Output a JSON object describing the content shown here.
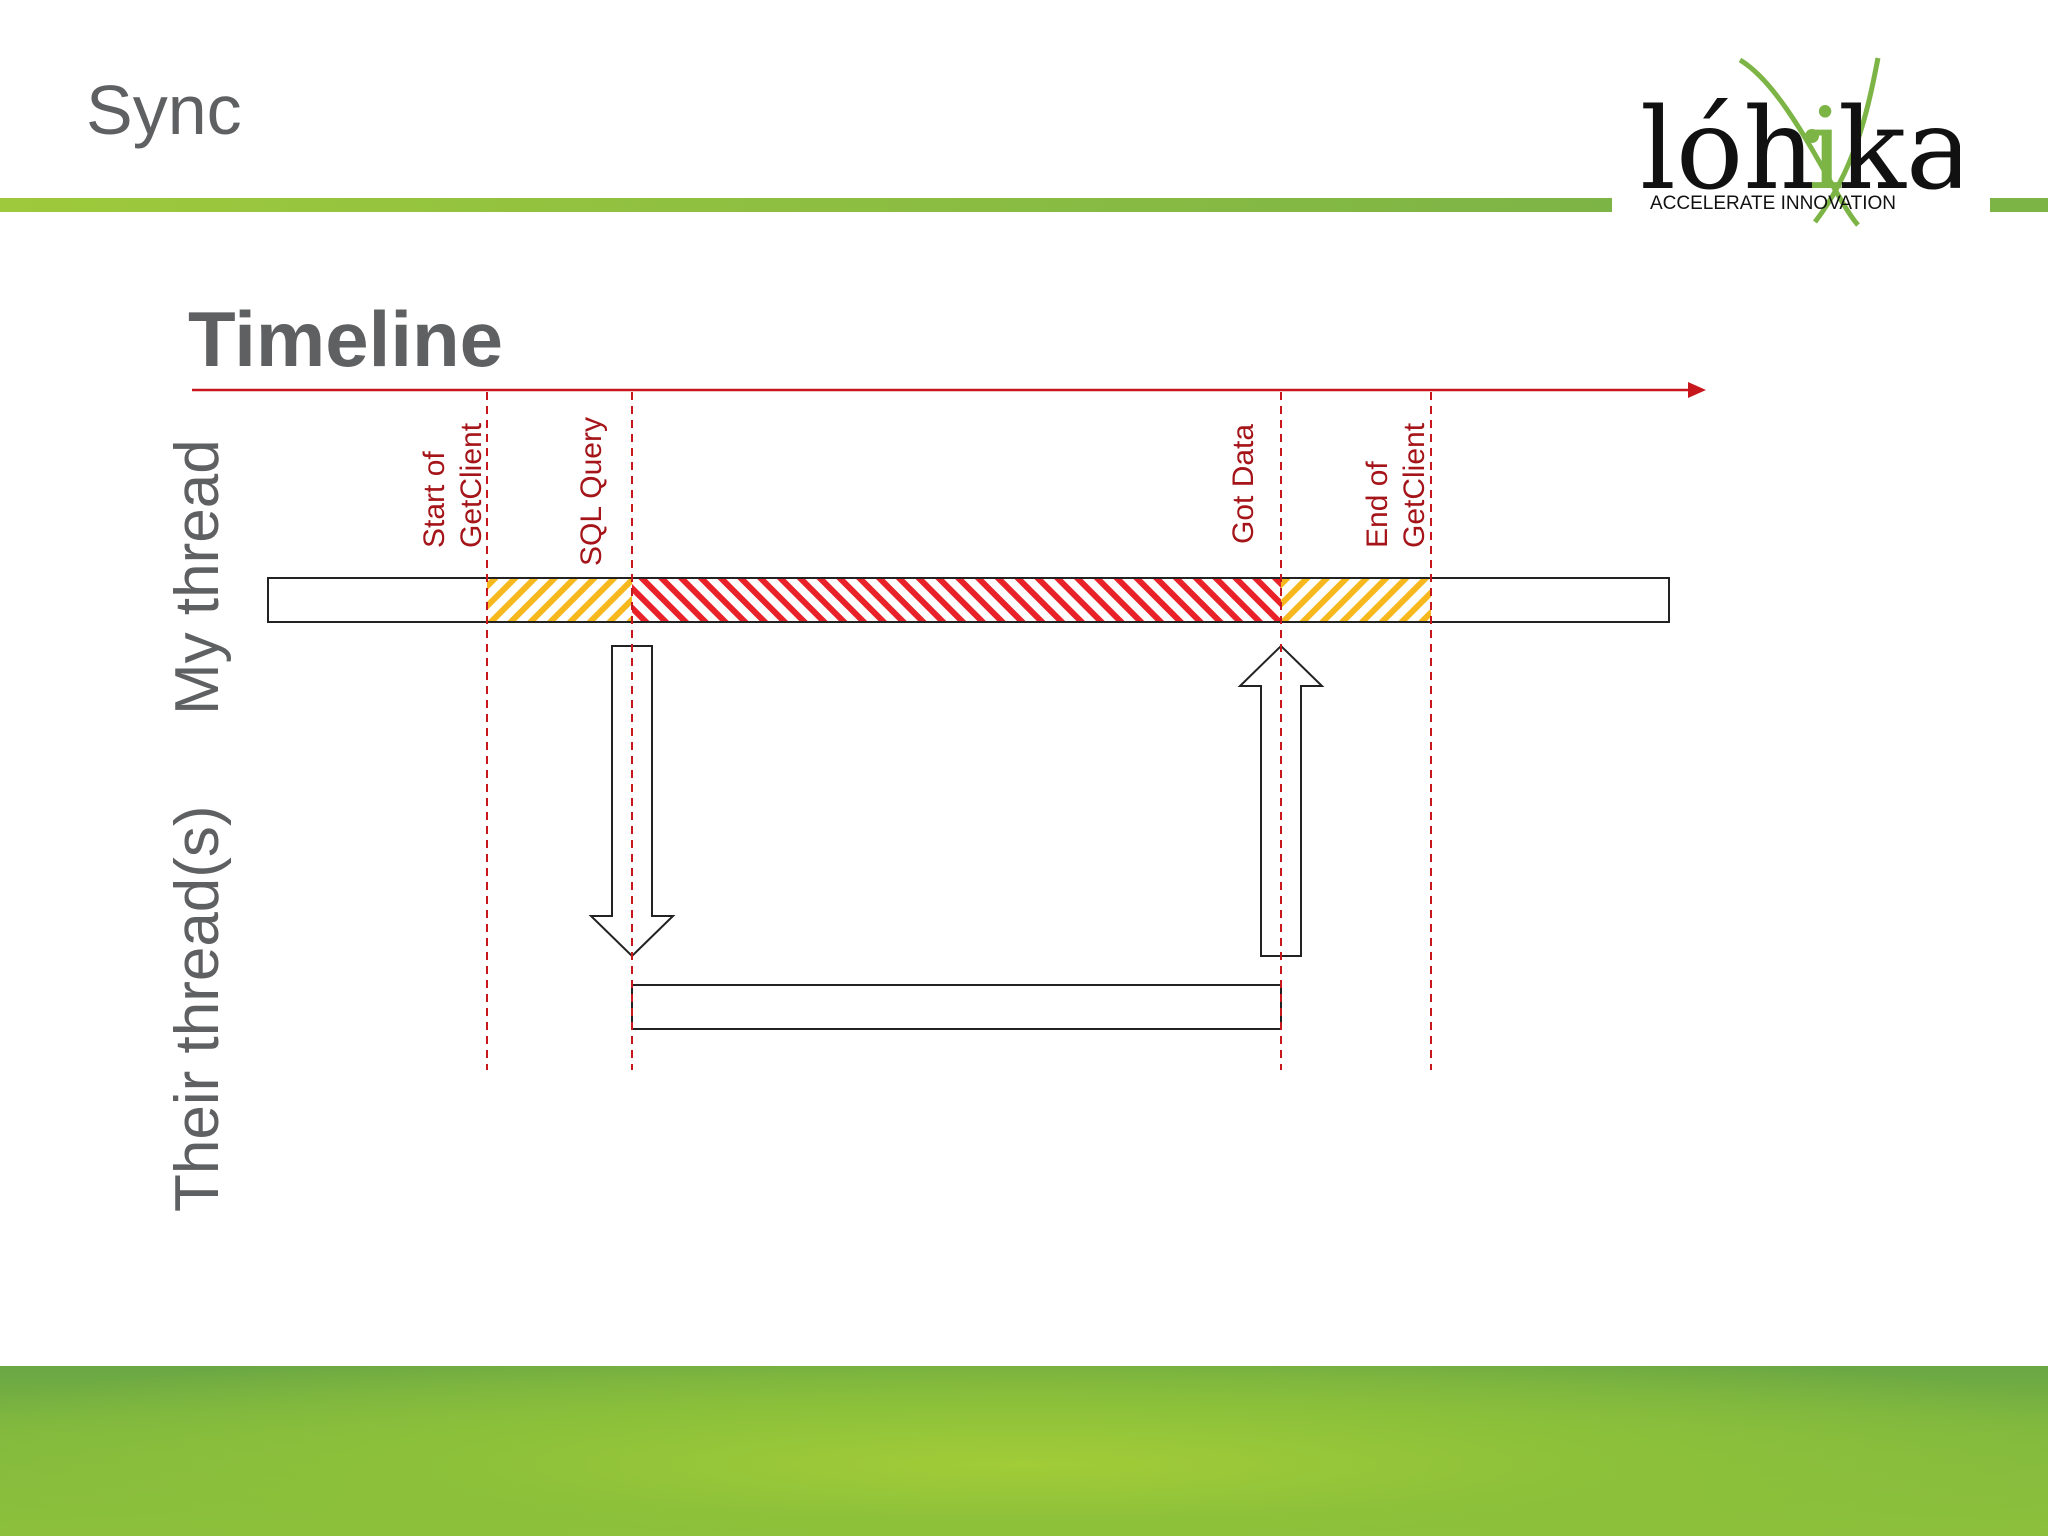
{
  "slide": {
    "title": "Sync"
  },
  "logo": {
    "name": "lóhika",
    "tagline": "ACCELERATE INNOVATION"
  },
  "diagram": {
    "title": "Timeline",
    "lanes": {
      "mine": "My thread",
      "theirs": "Their thread(s)"
    },
    "markers": [
      {
        "id": "start",
        "lines": [
          "Start of",
          "GetClient"
        ]
      },
      {
        "id": "sql",
        "lines": [
          "SQL Query"
        ]
      },
      {
        "id": "got",
        "lines": [
          "Got Data"
        ]
      },
      {
        "id": "end",
        "lines": [
          "End of",
          "GetClient"
        ]
      }
    ],
    "colors": {
      "axis": "#c8161d",
      "blocking": "#e82228",
      "waiting": "#f6b81c",
      "accent": "#7db446",
      "text": "#5f6062"
    }
  }
}
